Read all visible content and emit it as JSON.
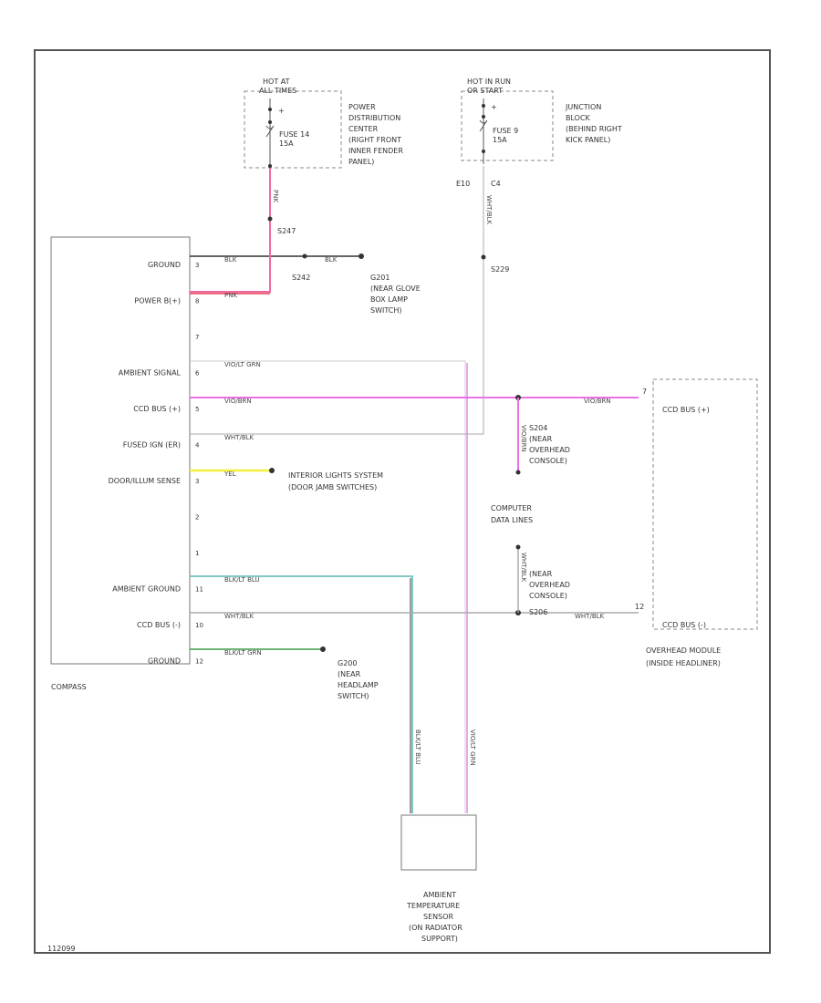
{
  "fuse_boxes": [
    {
      "hot": [
        "HOT AT",
        "ALL TIMES"
      ],
      "fuse": [
        "FUSE 14",
        "15A"
      ],
      "location": [
        "POWER",
        "DISTRIBUTION",
        "CENTER",
        "(RIGHT FRONT",
        "INNER FENDER",
        "PANEL)"
      ]
    },
    {
      "hot": [
        "HOT IN RUN",
        "OR START"
      ],
      "fuse": [
        "FUSE 9",
        "15A"
      ],
      "location": [
        "JUNCTION",
        "BLOCK",
        "(BEHIND RIGHT",
        "KICK PANEL)"
      ]
    }
  ],
  "compass": {
    "name": "COMPASS",
    "pins": [
      {
        "label": "GROUND",
        "num": "3"
      },
      {
        "label": "POWER B(+)",
        "num": "8"
      },
      {
        "label": "",
        "num": "7"
      },
      {
        "label": "AMBIENT SIGNAL",
        "num": "6"
      },
      {
        "label": "CCD BUS (+)",
        "num": "5"
      },
      {
        "label": "FUSED IGN (ER)",
        "num": "4"
      },
      {
        "label": "DOOR/ILLUM SENSE",
        "num": "3"
      },
      {
        "label": "",
        "num": "2"
      },
      {
        "label": "",
        "num": "1"
      },
      {
        "label": "AMBIENT GROUND",
        "num": "11"
      },
      {
        "label": "CCD BUS (-)",
        "num": "10"
      },
      {
        "label": "GROUND",
        "num": "12"
      }
    ]
  },
  "wires": {
    "ground_top": "BLK",
    "power": "PNK",
    "pnk_vertical": "PNK",
    "ambient_signal": "VIO/LT GRN",
    "ccd_plus": "VIO/BRN",
    "ccd_plus_right": "VIO/BRN",
    "fused_ign": "WHT/BLK",
    "wht_vertical": "WHT/BLK",
    "door": "YEL",
    "ambient_ground": "BLK/LT BLU",
    "ccd_minus": "WHT/BLK",
    "ccd_minus_right": "WHT/BLK",
    "ground_bottom": "BLK/LT GRN",
    "g201_wire": "BLK",
    "sensor_left": "BLK/LT BLU",
    "sensor_right": "VIO/LT GRN",
    "s204_vertical": "VIO/BRN",
    "s206_vertical": "WHT/BLK"
  },
  "splices": {
    "s247": "S247",
    "s242": "S242",
    "s229": "S229",
    "s204": [
      "S204",
      "(NEAR",
      "OVERHEAD",
      "CONSOLE)"
    ],
    "s206": [
      "S206",
      "(NEAR",
      "OVERHEAD",
      "CONSOLE)"
    ],
    "e10": "E10",
    "c4": "C4"
  },
  "grounds": {
    "g201": [
      "G201",
      "(NEAR GLOVE",
      "BOX LAMP",
      "SWITCH)"
    ],
    "g200": [
      "G200",
      "(NEAR",
      "HEADLAMP",
      "SWITCH)"
    ]
  },
  "interior_lights": [
    "INTERIOR LIGHTS SYSTEM",
    "(DOOR JAMB SWITCHES)"
  ],
  "computer_data": [
    "COMPUTER",
    "DATA LINES"
  ],
  "overhead": {
    "ccd_plus": "CCD BUS (+)",
    "ccd_minus": "CCD BUS (-)",
    "name": [
      "OVERHEAD MODULE",
      "(INSIDE HEADLINER)"
    ],
    "pin_plus": "7",
    "pin_minus": "12"
  },
  "sensor": [
    "AMBIENT",
    "TEMPERATURE",
    "SENSOR",
    "(ON RADIATOR",
    "SUPPORT)"
  ],
  "figure_id": "112099",
  "colors": {
    "pink": "#f06aa0",
    "red": "#e8415a",
    "magenta": "#ec6fe6",
    "violet": "#e08ae8",
    "black": "#333333",
    "gray": "#aaaaaa",
    "yellow": "#f3ef3a",
    "teal": "#58b8b0",
    "green": "#3c9a46"
  }
}
